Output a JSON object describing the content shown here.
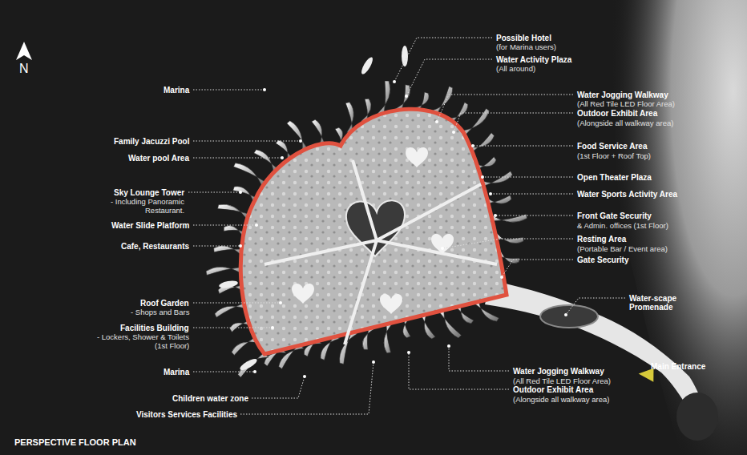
{
  "diagram": {
    "caption": "PERSPECTIVE FLOOR PLAN",
    "labels": [
      "N",
      "Marina",
      "Family Jacuzzi Pool",
      "Water pool Area",
      "Sky Lounge Tower",
      "- Including Panoramic",
      "Restaurant.",
      "Water Slide Platform",
      "Cafe, Restaurants",
      "Roof Garden",
      "- Shops and Bars",
      "Facilities Building",
      "- Lockers, Shower & Toilets",
      "(1st Floor)",
      "Marina",
      "Children water zone",
      "Visitors Services Facilities",
      "Possible Hotel",
      "(for Marina users)",
      "Water Activity Plaza",
      "(All around)",
      "Water Jogging Walkway",
      "(All Red Tile LED Floor Area)",
      "Outdoor Exhibit Area",
      "(Alongside all walkway area)",
      "Food Service Area",
      "(1st Floor + Roof Top)",
      "Open Theater Plaza",
      "Water Sports Activity Area",
      "Front Gate Security",
      "& Admin. offices (1st Floor)",
      "Resting Area",
      "(Portable Bar / Event area)",
      "Gate Security",
      "Water-scape",
      "Promenade",
      "Main Entrance",
      "Water Jogging Walkway",
      "(All Red Tile LED Floor Area)",
      "Outdoor Exhibit Area",
      "(Alongside all walkway area)"
    ]
  }
}
